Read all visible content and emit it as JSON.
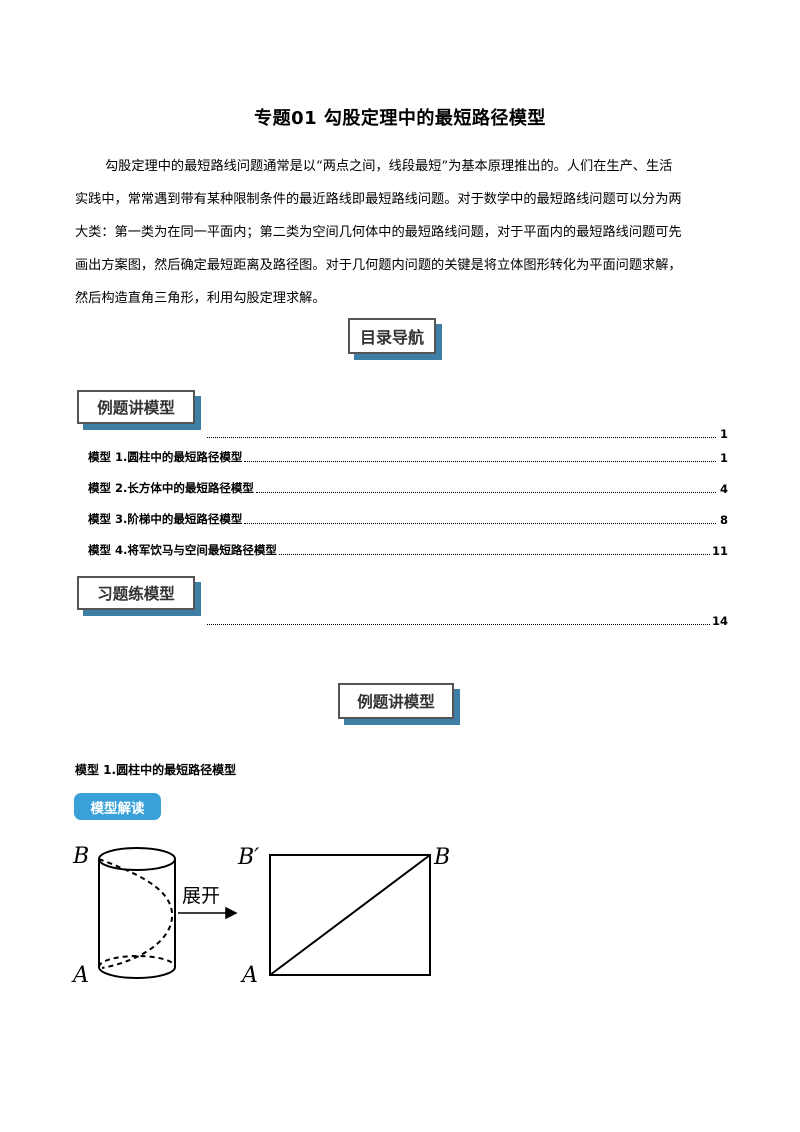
{
  "title": "专题01  勾股定理中的最短路径模型",
  "intro_lines": [
    "勾股定理中的最短路线问题通常是以“两点之间，线段最短”为基本原理推出的。人们在生产、生活",
    "实践中，常常遇到带有某种限制条件的最近路线即最短路线问题。对于数学中的最短路线问题可以分为两",
    "大类：第一类为在同一平面内；第二类为空间几何体中的最短路线问题，对于平面内的最短路线问题可先",
    "画出方案图，然后确定最短距离及路径图。对于几何题内问题的关键是将立体图形转化为平面问题求解，",
    "然后构造直角三角形，利用勾股定理求解。"
  ],
  "toc": {
    "heading": "目录导航",
    "category1": {
      "label": "例题讲模型",
      "page": "1"
    },
    "items": [
      {
        "text": "模型 1.圆柱中的最短路径模型",
        "page": "1"
      },
      {
        "text": "模型 2.长方体中的最短路径模型",
        "page": "4"
      },
      {
        "text": "模型 3.阶梯中的最短路径模型",
        "page": "8"
      },
      {
        "text": "模型 4.将军饮马与空间最短路径模型",
        "page": "11"
      }
    ],
    "category2": {
      "label": "习题练模型",
      "page": "14"
    }
  },
  "section": {
    "heading": "例题讲模型",
    "subheading": "模型 1.圆柱中的最短路径模型",
    "tag": "模型解读",
    "diagram": {
      "label_B": "B",
      "label_A": "A",
      "unfold_label": "展开",
      "label_B_prime": "B′",
      "label_A2": "A",
      "label_B2": "B"
    }
  }
}
